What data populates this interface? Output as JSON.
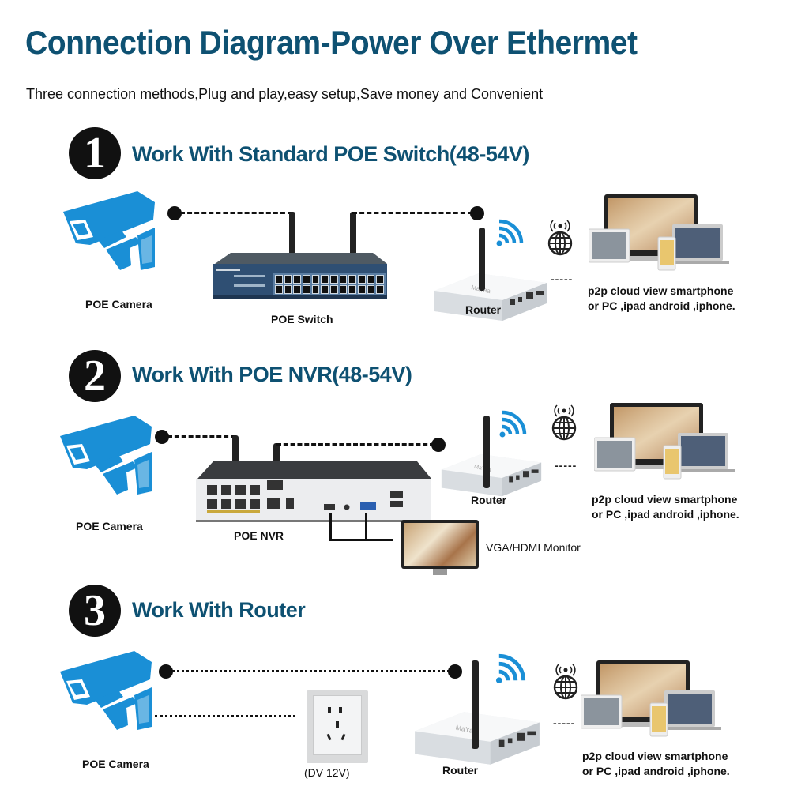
{
  "header": {
    "title": "Connection Diagram-Power Over Ethermet",
    "subtitle": "Three connection methods,Plug and play,easy setup,Save money and Convenient"
  },
  "colors": {
    "title": "#0e5172",
    "camera_blue": "#1a8fd6",
    "wifi_blue": "#1a8fd6",
    "switch_blue": "#2f4f73"
  },
  "sections": [
    {
      "number": "1",
      "title": "Work With Standard POE Switch(48-54V)",
      "labels": {
        "camera": "POE Camera",
        "device": "POE Switch",
        "router": "Router",
        "remote_line1": "p2p cloud view smartphone",
        "remote_line2": "or PC ,ipad android ,iphone."
      },
      "connector": "-----"
    },
    {
      "number": "2",
      "title": "Work With POE NVR(48-54V)",
      "labels": {
        "camera": "POE Camera",
        "device": "POE NVR",
        "router": "Router",
        "monitor": "VGA/HDMI Monitor",
        "remote_line1": "p2p cloud view smartphone",
        "remote_line2": "or PC ,ipad android ,iphone."
      },
      "connector": "-----"
    },
    {
      "number": "3",
      "title": "Work With Router",
      "labels": {
        "camera": "POE Camera",
        "power": "(DV 12V)",
        "router": "Router",
        "remote_line1": "p2p cloud view smartphone",
        "remote_line2": "or PC ,ipad android ,iphone."
      },
      "connector": "-----"
    }
  ],
  "icons": {
    "camera": "cctv-camera-icon",
    "switch": "poe-switch-icon",
    "nvr": "nvr-recorder-icon",
    "router": "wireless-router-icon",
    "wifi": "wifi-signal-icon",
    "globe": "globe-antenna-icon",
    "devices": "multi-device-icon",
    "monitor": "monitor-icon",
    "outlet": "power-outlet-icon"
  }
}
